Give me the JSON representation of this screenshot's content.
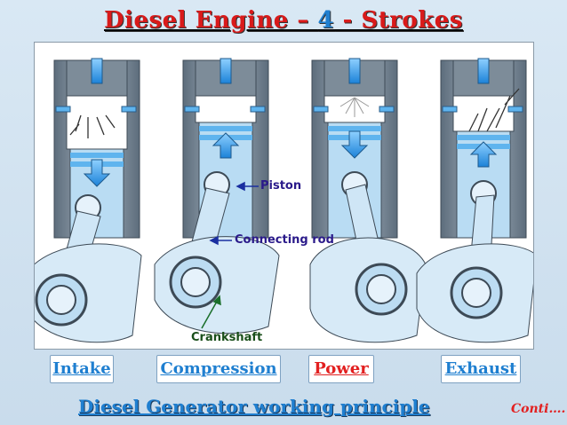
{
  "title": {
    "part1": "Diesel Engine – ",
    "part2": "4",
    "part3": " - Strokes"
  },
  "callouts": {
    "piston": "Piston",
    "connecting_rod": "Connecting rod",
    "crankshaft": "Crankshaft"
  },
  "strokes": [
    {
      "label": "Intake",
      "color": "#1f7fd0",
      "bg": "#ffffff"
    },
    {
      "label": "Compression",
      "color": "#1f7fd0",
      "bg": "#ffffff"
    },
    {
      "label": "Power",
      "color": "#e22020",
      "bg": "#ffffff"
    },
    {
      "label": "Exhaust",
      "color": "#1f7fd0",
      "bg": "#ffffff"
    }
  ],
  "footer": "Diesel Generator working principle",
  "conti": "Conti…."
}
